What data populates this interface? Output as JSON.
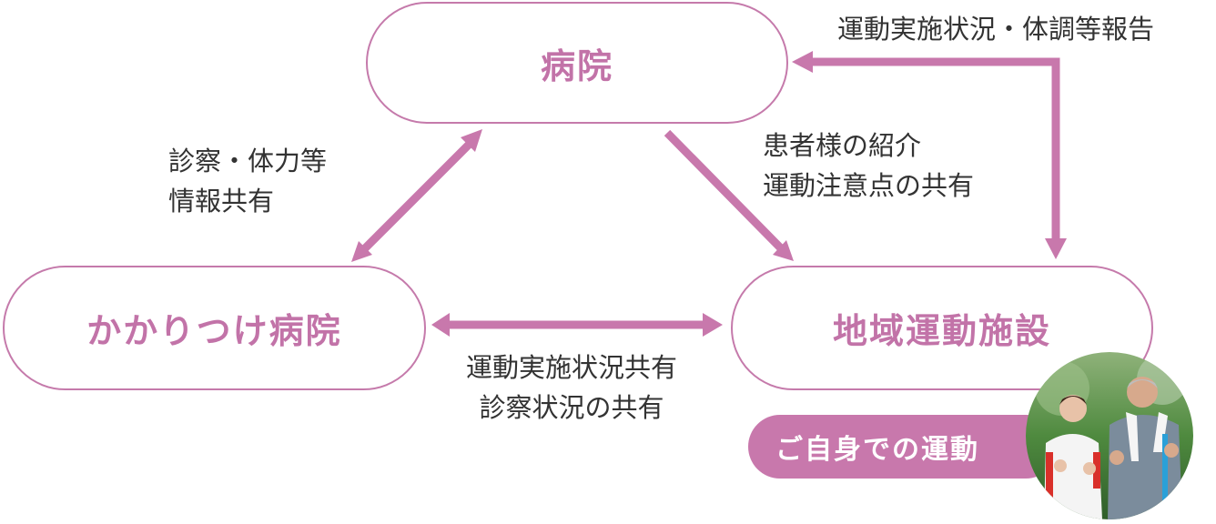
{
  "colors": {
    "accent": "#c878ac",
    "text": "#333333",
    "background": "#ffffff"
  },
  "nodes": {
    "hospital": "病院",
    "family_hospital": "かかりつけ病院",
    "regional_facility": "地域運動施設"
  },
  "edges": {
    "facility_to_hospital": "運動実施状況・体調等報告",
    "hospital_family": [
      "診察・体力等",
      "情報共有"
    ],
    "hospital_to_facility": [
      "患者様の紹介",
      "運動注意点の共有"
    ],
    "family_facility": [
      "運動実施状況共有",
      "診察状況の共有"
    ]
  },
  "self_exercise": {
    "label": "ご自身での運動",
    "photo": "photo-of-seniors-jogging"
  }
}
